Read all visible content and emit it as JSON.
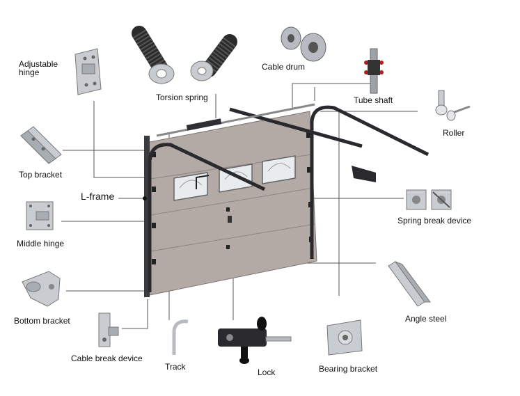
{
  "labels": {
    "adjustable_hinge": "Adjustable\nhinge",
    "torsion_spring": "Torsion spring",
    "cable_drum": "Cable drum",
    "tube_shaft": "Tube shaft",
    "roller": "Roller",
    "top_bracket": "Top bracket",
    "l_frame": "L-frame",
    "spring_break_device": "Spring break device",
    "middle_hinge": "Middle hinge",
    "angle_steel": "Angle steel",
    "bottom_bracket": "Bottom bracket",
    "cable_break_device": "Cable break device",
    "track": "Track",
    "lock": "Lock",
    "bearing_bracket": "Bearing bracket"
  },
  "colors": {
    "door_panel": "#b3aaa6",
    "track_dark": "#2a2a2e",
    "leader_line": "#555555",
    "metal": "#c9ccd1"
  }
}
